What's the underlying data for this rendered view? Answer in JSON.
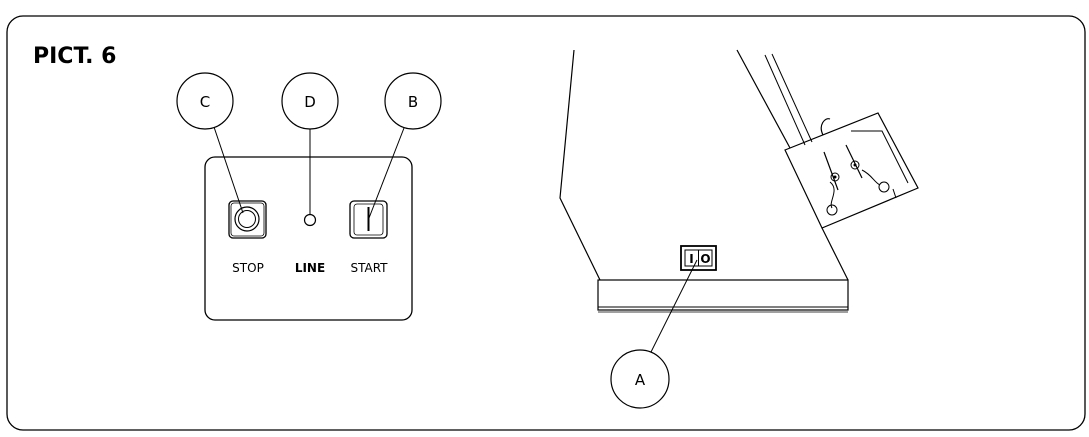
{
  "figure": {
    "title": "PICT. 6",
    "callouts": {
      "a": "A",
      "b": "B",
      "c": "C",
      "d": "D"
    },
    "panel_labels": {
      "stop": "STOP",
      "line": "LINE",
      "start": "START"
    },
    "switch_label": {
      "on": "I",
      "off": "O"
    }
  },
  "colors": {
    "stroke": "#000000",
    "background": "#ffffff"
  }
}
